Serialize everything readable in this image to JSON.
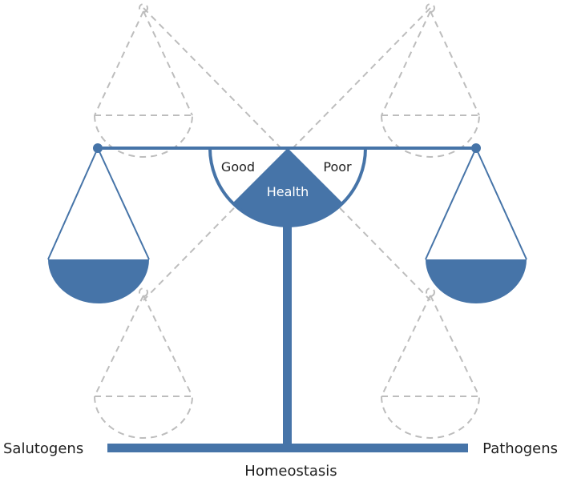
{
  "diagram": {
    "labels": {
      "good": "Good",
      "poor": "Poor",
      "health": "Health",
      "salutogens": "Salutogens",
      "pathogens": "Pathogens",
      "homeostasis": "Homeostasis"
    },
    "colors": {
      "primary": "#4674a8",
      "ghost": "#bdbdbd",
      "text_dark": "#1f1f1f",
      "text_light": "#ffffff"
    }
  }
}
